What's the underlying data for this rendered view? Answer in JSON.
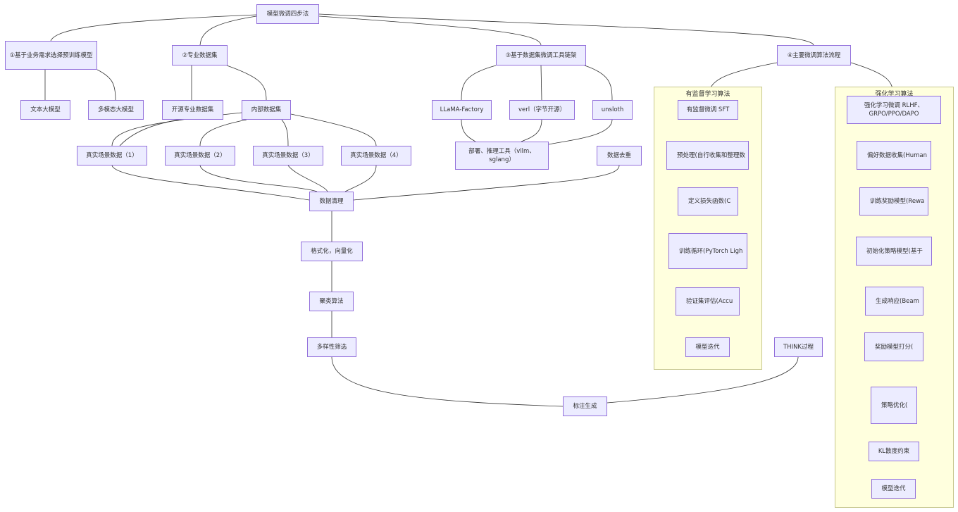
{
  "nodes": {
    "root": "模型微调四步法",
    "step1": "①基于业务需求选择预训练模型",
    "step2": "②专业数据集",
    "step3": "③基于数据集微调工具链架",
    "step4": "④主要微调算法流程",
    "text_model": "文本大模型",
    "multimodal_model": "多模态大模型",
    "open_dataset": "开源专业数据集",
    "internal_dataset": "内部数据集",
    "real1": "真实场景数据（1）",
    "real2": "真实场景数据（2）",
    "real3": "真实场景数据（3）",
    "real4": "真实场景数据（4）",
    "dedupe": "数据去重",
    "cleaning": "数据清理",
    "formatting": "格式化，向量化",
    "clustering": "聚类算法",
    "diversity": "多样性筛选",
    "think": "THINK过程",
    "annotation": "标注生成",
    "llama_factory": "LLaMA-Factory",
    "verl": "verl（字节开源）",
    "unsloth": "unsloth",
    "deploy": "部署、推理工具（vllm、sglang）",
    "sft": "有监督微调 SFT",
    "preprocess": "预处理(自行收集和整理数",
    "loss": "定义损失函数(C",
    "train_loop": "训练循环(PyTorch Ligh",
    "val_eval": "验证集评估(Accu",
    "sft_iter": "模型迭代",
    "rlhf": "强化学习微调 RLHF、GRPO/PPO/DAPO",
    "pref_data": "偏好数据收集(Human",
    "reward_model": "训练奖励模型(Rewa",
    "init_policy": "初始化策略模型(基于",
    "gen_response": "生成响应(Beam",
    "reward_score": "奖励模型打分(",
    "policy_opt": "策略优化(",
    "kl": "KL散度约束",
    "rl_iter": "模型迭代"
  },
  "subgraphs": {
    "supervised": "有监督学习算法",
    "reinforcement": "强化学习算法"
  },
  "colors": {
    "node_fill": "#ececff",
    "node_border": "#9370db",
    "cluster_fill": "#ffffde",
    "cluster_border": "#c6c68c",
    "edge": "#333333"
  }
}
